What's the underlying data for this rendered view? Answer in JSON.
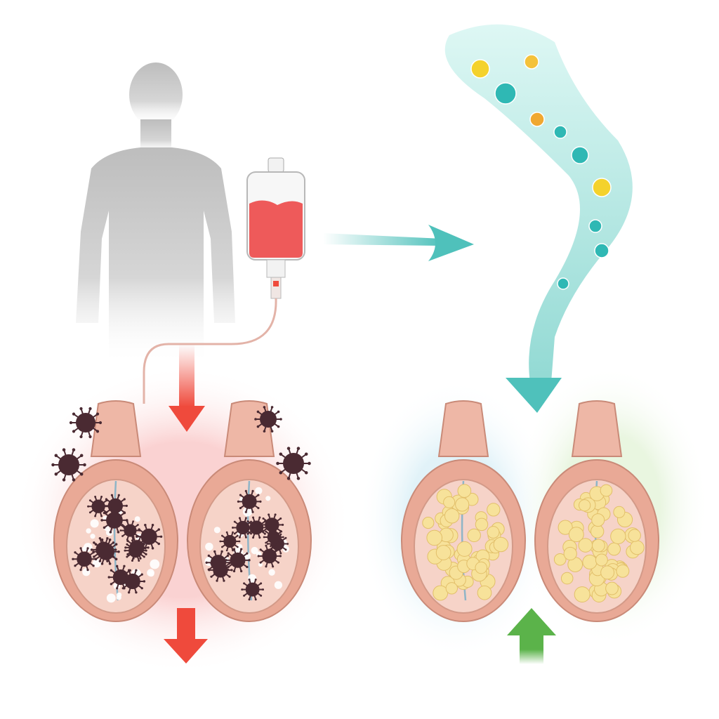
{
  "illustration": {
    "elements": [
      {
        "name": "human-silhouette",
        "icon": "person-icon"
      },
      {
        "name": "iv-bag",
        "icon": "iv-drip-icon"
      },
      {
        "name": "infusion-arrow",
        "icon": "arrow-right-icon"
      },
      {
        "name": "nutrient-stream",
        "icon": "stream-icon"
      },
      {
        "name": "infected-organs",
        "icon": "virus-icon"
      },
      {
        "name": "healthy-organs",
        "icon": "cell-icon"
      },
      {
        "name": "decrease-arrows",
        "icon": "arrow-down-icon"
      },
      {
        "name": "increase-arrow",
        "icon": "arrow-up-icon"
      }
    ],
    "colors": {
      "silhouette": "#c9c9c9",
      "iv_fluid": "#ee5a5a",
      "teal_arrow": "#4fc1bb",
      "stream": "#bfeee8",
      "organ_wall": "#e9a996",
      "organ_inner": "#f6d3c8",
      "virus": "#4a2a32",
      "healthy_cell": "#f7e29a",
      "red_arrow": "#ef4a3c",
      "green_arrow": "#5bb34a"
    }
  }
}
